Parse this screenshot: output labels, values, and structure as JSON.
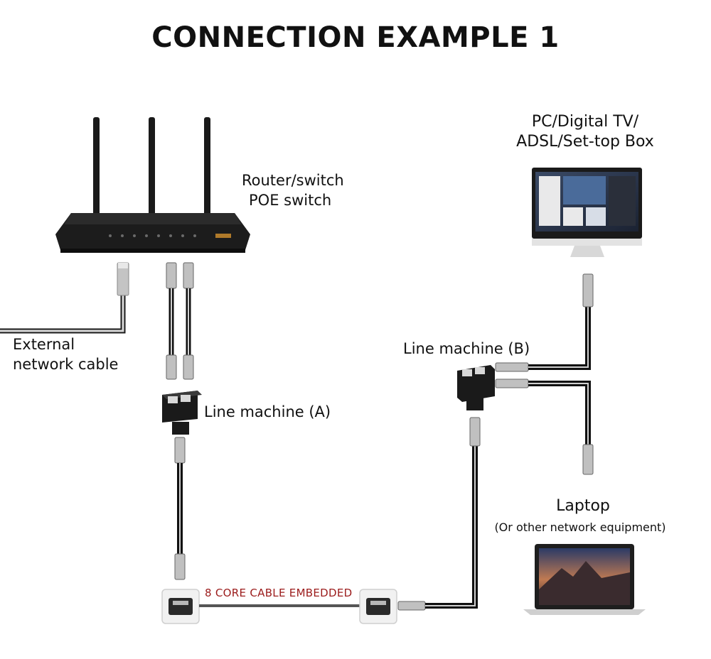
{
  "title": "CONNECTION EXAMPLE 1",
  "labels": {
    "router_line1": "Router/switch",
    "router_line2": "POE switch",
    "pc_line1": "PC/Digital TV/",
    "pc_line2": "ADSL/Set-top Box",
    "external_line1": "External",
    "external_line2": "network cable",
    "line_machine_a": "Line machine (A)",
    "line_machine_b": "Line machine (B)",
    "laptop": "Laptop",
    "laptop_sub": "(Or other network equipment)",
    "cable": "8 CORE CABLE EMBEDDED"
  },
  "colors": {
    "cable_dark": "#1a1a1a",
    "cable_light": "#d0d0d0",
    "router_body": "#1c1c1c",
    "cable_label": "#9b1b1b"
  }
}
